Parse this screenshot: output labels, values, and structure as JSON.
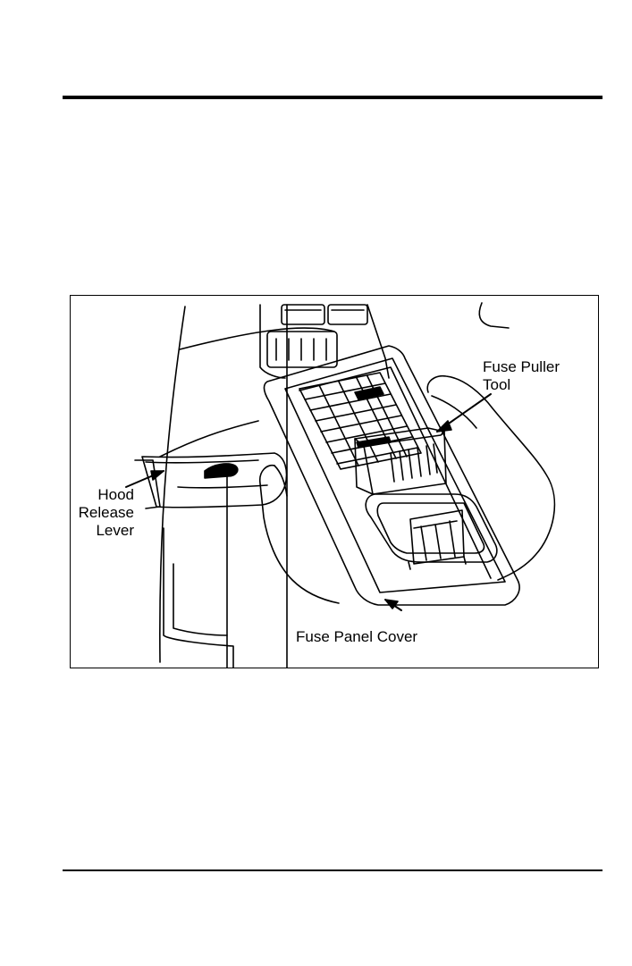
{
  "figure": {
    "callouts": {
      "fuse_puller_tool": [
        "Fuse Puller",
        "Tool"
      ],
      "hood_release_lever": [
        "Hood",
        "Release",
        "Lever"
      ],
      "fuse_panel_cover": "Fuse Panel Cover"
    }
  }
}
